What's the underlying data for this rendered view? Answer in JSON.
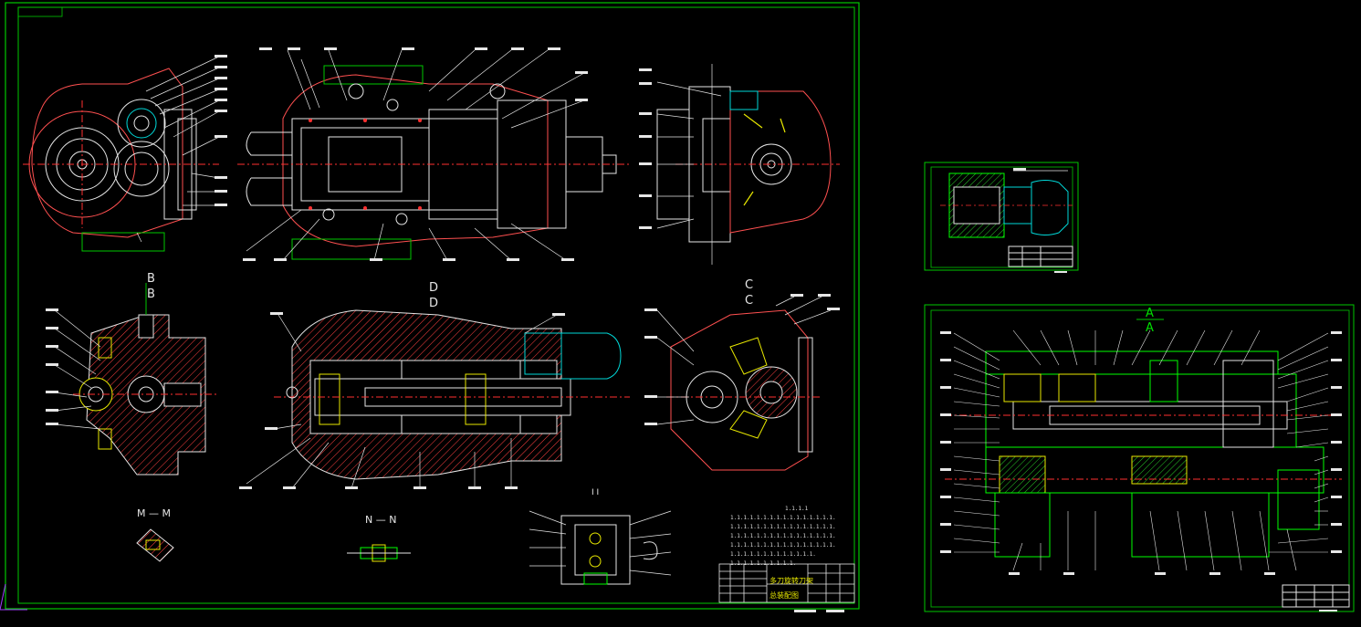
{
  "section_labels": {
    "b_top": "B",
    "b_bottom": "B",
    "d_top": "D",
    "d_bottom": "D",
    "c_top": "C",
    "c_bottom": "C",
    "m_m": "M — M",
    "n_n": "N — N",
    "i_i": "I  I",
    "a_top": "A",
    "a_bottom": "A"
  },
  "title_block": {
    "title_line_1": "多刀旋转刀架",
    "title_line_2": "总装配图"
  },
  "notes_lines": [
    "1.1.1.1",
    "1.1.1.1.1.1.1.1.1.1.1.1.1.1.1.1.",
    "1.1.1.1.1.1.1.1.1.1.1.1.1.1.1.1.",
    "1.1.1.1.1.1.1.1.1.1.1.1.1.1.1.1.",
    "1.1.1.1.1.1.1.1.1.1.1.1.1.1.1.1.",
    "1.1.1.1.1.1.1.1.1.1.1.1.1.",
    "1.1.1.1.1.1.1.1.1.1."
  ],
  "colors": {
    "background": "#000000",
    "frame": "#00c800",
    "lines": "#e6e6e6",
    "centerline": "#ff3030",
    "cyan": "#00d8d8",
    "yellow": "#e8e800",
    "hatch": "#ff4040",
    "green": "#00ff00"
  }
}
